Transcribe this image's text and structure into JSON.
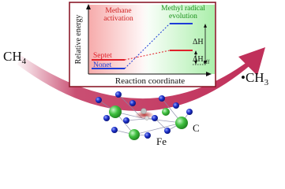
{
  "left_species": "CH",
  "left_species_sub": "4",
  "right_species": "•CH",
  "right_species_sub": "3",
  "inset": {
    "phase_left": "Methane",
    "phase_left_line2": "activation",
    "phase_right": "Methyl radical",
    "phase_right_line2": "evolution",
    "xlabel": "Reaction coordinate",
    "ylabel": "Relative energy",
    "state_high": "Septet",
    "state_low": "Nonet",
    "delta_h": "ΔH",
    "delta_h_eff": "ΔH",
    "delta_h_eff_sub": "eff"
  },
  "atom_labels": {
    "c": "C",
    "fe": "Fe"
  },
  "colors": {
    "arrow": "#c0305a",
    "septet": "#e0202a",
    "nonet": "#1e3cd8",
    "frame": "#8b1a2a",
    "iron": "#3fbf3f",
    "carbon": "#1a2ec8",
    "left_region": "#f6a6a6",
    "right_region": "#a6eea6"
  }
}
